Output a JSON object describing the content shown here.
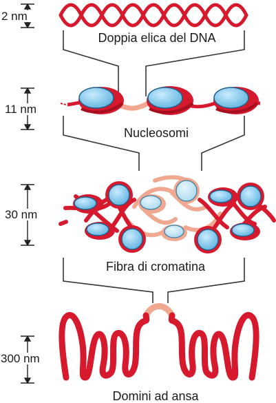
{
  "levels": [
    {
      "scale": "2 nm",
      "label": "Doppia elica del DNA"
    },
    {
      "scale": "11 nm",
      "label": "Nucleosomi"
    },
    {
      "scale": "30 nm",
      "label": "Fibra di cromatina"
    },
    {
      "scale": "300 nm",
      "label": "Domini ad ansa"
    }
  ],
  "colors": {
    "dna_red": "#d7192e",
    "dna_dark": "#a50f1f",
    "histone_blue": "#7fc7ea",
    "histone_rim": "#1e5f8a",
    "linker_pink": "#f0a890",
    "line": "#333333"
  }
}
